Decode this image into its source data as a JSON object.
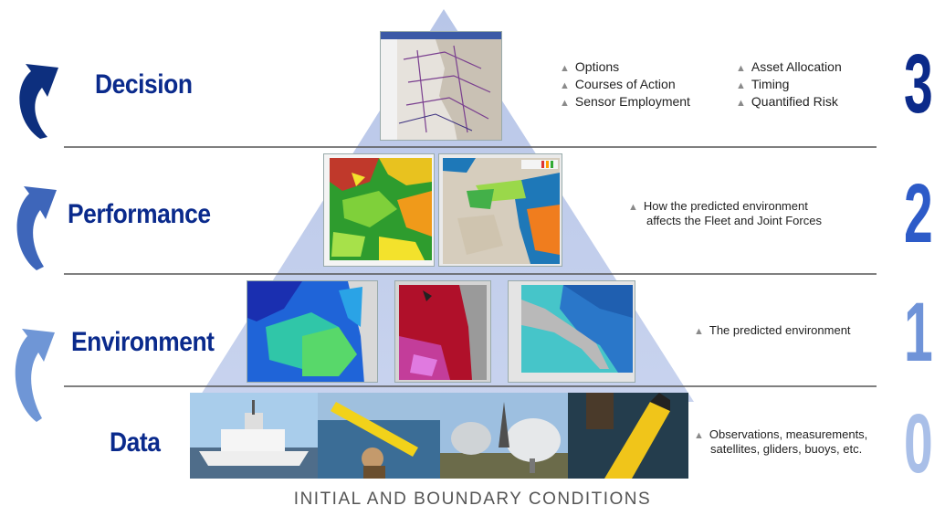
{
  "tiers": [
    {
      "label": "Decision",
      "level": "3"
    },
    {
      "label": "Performance",
      "level": "2"
    },
    {
      "label": "Environment",
      "level": "1"
    },
    {
      "label": "Data",
      "level": "0"
    }
  ],
  "decision": {
    "bullets_left": [
      "Options",
      "Courses of Action",
      "Sensor Employment"
    ],
    "bullets_right": [
      "Asset Allocation",
      "Timing",
      "Quantified Risk"
    ]
  },
  "performance": {
    "desc_line1": "How the predicted environment",
    "desc_line2": "affects the Fleet and Joint Forces"
  },
  "environment": {
    "desc": "The predicted environment"
  },
  "data": {
    "desc_line1": "Observations, measurements,",
    "desc_line2": "satellites, gliders, buoys, etc."
  },
  "footer": "INITIAL AND BOUNDARY CONDITIONS",
  "icons": {
    "bullet": "triangle-bullet-icon",
    "arrow": "curved-up-arrow-icon"
  },
  "colors": {
    "label_blue": "#0a2a8c",
    "pyramid": "#b9c6e6",
    "arrow_dark": "#0d2f7e",
    "arrow_mid": "#3e66ba",
    "arrow_light": "#6f96d6",
    "num_3": "#0b2a8a",
    "num_2": "#2d5bc8",
    "num_1": "#6f93d8",
    "num_0": "#a9bfe8"
  }
}
